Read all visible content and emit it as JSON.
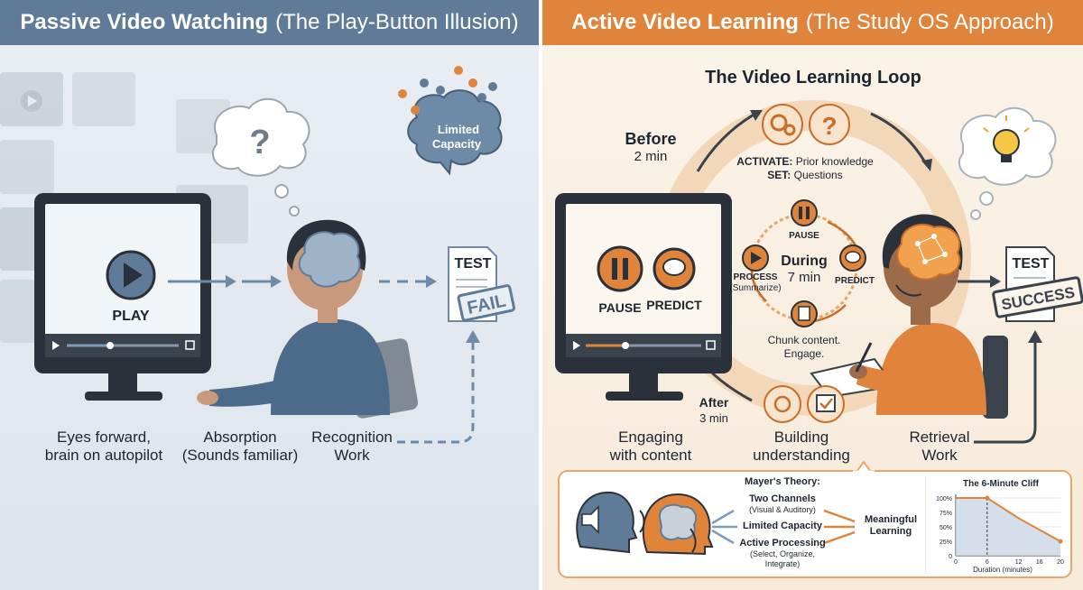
{
  "left": {
    "title_bold": "Passive Video Watching",
    "title_sub": "(The Play-Button Illusion)",
    "brain_label_line1": "Limited",
    "brain_label_line2": "Capacity",
    "question_mark": "?",
    "play_label": "PLAY",
    "test_label": "TEST",
    "stamp_label": "FAIL",
    "captions": [
      {
        "line1": "Eyes forward,",
        "line2": "brain on autopilot"
      },
      {
        "line1": "Absorption",
        "line2": "(Sounds familiar)"
      },
      {
        "line1": "Recognition",
        "line2": "Work"
      }
    ]
  },
  "right": {
    "title_bold": "Active Video Learning",
    "title_sub": "(The Study OS Approach)",
    "loop_title": "The Video Learning Loop",
    "before": {
      "label": "Before",
      "duration": "2 min"
    },
    "activate_bold": "ACTIVATE:",
    "activate_text": "Prior knowledge",
    "set_bold": "SET:",
    "set_text": "Questions",
    "question_mark": "?",
    "during": {
      "label": "During",
      "duration": "7 min"
    },
    "inner": {
      "pause": "PAUSE",
      "process": "PROCESS",
      "process_sub": "(Summarize)",
      "predict": "PREDICT"
    },
    "chunk_line1": "Chunk content.",
    "chunk_line2": "Engage.",
    "after": {
      "label": "After",
      "duration": "3 min"
    },
    "screen": {
      "pause": "PAUSE",
      "predict": "PREDICT"
    },
    "test_label": "TEST",
    "stamp_label": "SUCCESS",
    "captions": [
      {
        "line1": "Engaging",
        "line2": "with content"
      },
      {
        "line1": "Building",
        "line2": "understanding"
      },
      {
        "line1": "Retrieval",
        "line2": "Work"
      }
    ],
    "mayer": {
      "title": "Mayer's Theory:",
      "two_channels": "Two Channels",
      "two_channels_sub": "(Visual & Auditory)",
      "limited_capacity": "Limited Capacity",
      "active_processing": "Active Processing",
      "active_processing_sub1": "(Select, Organize,",
      "active_processing_sub2": "Integrate)",
      "result_line1": "Meaningful",
      "result_line2": "Learning"
    }
  },
  "chart_data": {
    "type": "area",
    "title": "The 6-Minute Cliff",
    "xlabel": "Duration (minutes)",
    "ylabel": "",
    "x": [
      0,
      6,
      12,
      16,
      20
    ],
    "values": [
      100,
      100,
      65,
      45,
      25
    ],
    "x_ticks": [
      "0",
      "6",
      "12",
      "16",
      "20"
    ],
    "y_ticks": [
      "100%",
      "75%",
      "50%",
      "25%",
      "0"
    ],
    "xlim": [
      0,
      20
    ],
    "ylim": [
      0,
      100
    ],
    "marker_x": 6,
    "line_color": "#e0843b",
    "fill_color": "#c9d7e6"
  },
  "colors": {
    "left_header": "#5f7b97",
    "right_header": "#e0843b",
    "orange": "#e0843b",
    "slate": "#5f7b97",
    "dark": "#2b313a"
  }
}
